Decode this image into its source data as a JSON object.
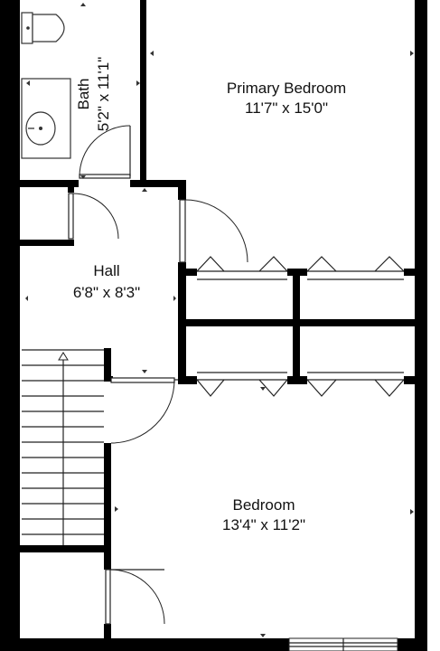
{
  "rooms": {
    "bath": {
      "name": "Bath",
      "dimensions": "5'2\" x 11'1\""
    },
    "primary_bedroom": {
      "name": "Primary Bedroom",
      "dimensions": "11'7\" x 15'0\""
    },
    "hall": {
      "name": "Hall",
      "dimensions": "6'8\" x 8'3\""
    },
    "bedroom": {
      "name": "Bedroom",
      "dimensions": "13'4\" x 11'2\""
    }
  },
  "colors": {
    "wall": "#000000",
    "background": "#ffffff",
    "line": "#222222"
  }
}
